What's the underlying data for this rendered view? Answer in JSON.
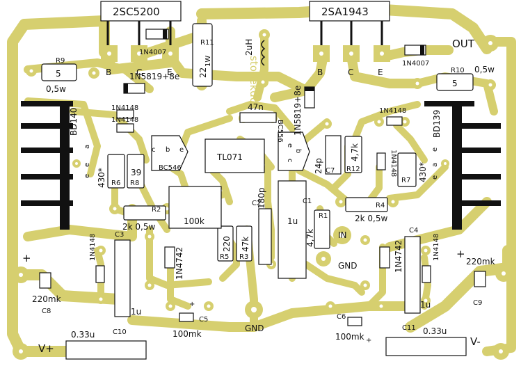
{
  "watermark": "stonekdd",
  "transistors": {
    "q_2sc5200": {
      "name": "2SC5200",
      "pins": [
        "B",
        "C",
        "E"
      ]
    },
    "q_2sa1943": {
      "name": "2SA1943",
      "pins": [
        "B",
        "C",
        "E"
      ]
    },
    "q_bd140": {
      "name": "BD140",
      "pins": [
        "a",
        "e",
        "e"
      ]
    },
    "q_bd139": {
      "name": "BD139",
      "pins": [
        "e",
        "a",
        "e"
      ]
    },
    "q_bc546": {
      "name": "BC546",
      "pins": [
        "c",
        "b",
        "e"
      ]
    },
    "q_bc556": {
      "name": "BC556",
      "pins": [
        "e",
        "b",
        "c"
      ]
    }
  },
  "ic": {
    "name": "TL071"
  },
  "diodes": {
    "d_1n4007_left": "1N4007",
    "d_1n4007_right": "1N4007",
    "d_1n5819_left": "1N5819+8e",
    "d_1n5819_right": "1N5819+8e",
    "d_1n4148_a": "1N4148",
    "d_1n4148_b": "1N4148",
    "d_1n4148_c": "1N4148",
    "d_1n4148_d": "1N4148",
    "d_1n4148_e": "1N4148",
    "d_1n4148_f": "1N4148",
    "z_1n4742_left": "1N4742",
    "z_1n4742_right": "1N4742"
  },
  "resistors": {
    "r9": {
      "ref": "R9",
      "value": "5",
      "power": "0,5w"
    },
    "r10": {
      "ref": "R10",
      "value": "5",
      "power": "0,5w"
    },
    "r11": {
      "ref": "R11",
      "value": "22",
      "power": "1W"
    },
    "r6": {
      "ref": "R6",
      "value": "430*"
    },
    "r8": {
      "ref": "R8",
      "value": "39"
    },
    "r7": {
      "ref": "R7",
      "value": "430*"
    },
    "r12": {
      "ref": "R12",
      "value": "4,7k"
    },
    "r2": {
      "ref": "R2",
      "value": "2k 0,5w"
    },
    "r4": {
      "ref": "R4",
      "value": "2k 0,5w"
    },
    "r5": {
      "ref": "R5",
      "value": "220"
    },
    "r3": {
      "ref": "R3",
      "value": "47k"
    },
    "r1": {
      "ref": "R1",
      "value": "4,7k"
    }
  },
  "trimmer": {
    "value": "100k"
  },
  "inductor": {
    "value": "2uH"
  },
  "capacitors": {
    "c_47n": "47n",
    "c7": {
      "ref": "C7",
      "value": "24p"
    },
    "c2": {
      "ref": "C2",
      "value": "180p"
    },
    "c1": {
      "ref": "C1",
      "value": "1u"
    },
    "c3": {
      "ref": "C3"
    },
    "c4": {
      "ref": "C4"
    },
    "c10": {
      "ref": "C10",
      "value": "1u"
    },
    "c11": {
      "ref": "C11",
      "value": "1u"
    },
    "c5": {
      "ref": "C5",
      "value": "100mk"
    },
    "c6": {
      "ref": "C6",
      "value": "100mk"
    },
    "c8": {
      "ref": "C8",
      "value": "220mk"
    },
    "c9": {
      "ref": "C9",
      "value": "220mk"
    },
    "c_033_left": "0.33u",
    "c_033_right": "0.33u"
  },
  "connectors": {
    "out": "OUT",
    "in": "IN",
    "gnd_in": "GND",
    "gnd_main": "GND",
    "vplus": "V+",
    "vminus": "V-",
    "plus_left": "+",
    "plus_right": "+",
    "plus_c5": "+",
    "plus_c6": "+"
  }
}
